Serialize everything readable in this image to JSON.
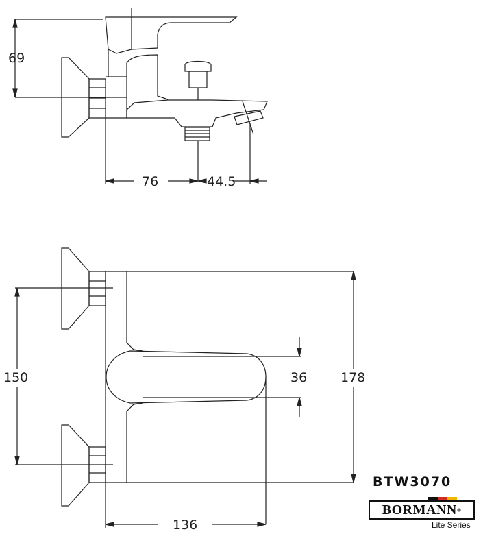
{
  "dimensions": {
    "top_height": "69",
    "top_depth": "76",
    "top_spout": "44.5",
    "front_centers": "150",
    "front_lever": "36",
    "front_height": "178",
    "front_width": "136"
  },
  "product": {
    "model": "BTW3070",
    "brand": "BORMANN",
    "series": "Lite Series",
    "trademark": "®"
  },
  "colors": {
    "line": "#222222",
    "flag_black": "#111111",
    "flag_red": "#d52b1e",
    "flag_gold": "#f2b400"
  }
}
